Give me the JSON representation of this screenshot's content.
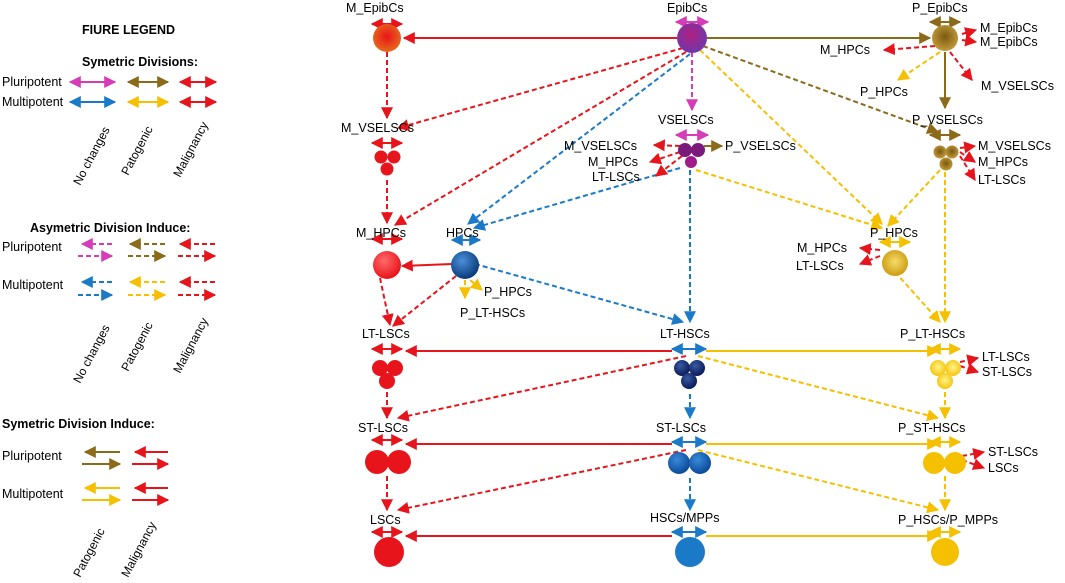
{
  "colors": {
    "pluripotent": "#d63cb8",
    "patogenic": "#8b6a1a",
    "malignancy": "#e8141b",
    "multipotent": "#1a7ac8",
    "patogenic_multi": "#f5c000"
  },
  "legend": {
    "title": "FIURE  LEGEND",
    "sym_div_title": "Symetric Divisions:",
    "asym_title": "Asymetric Division  Induce:",
    "sym_induce_title": "Symetric Division  Induce:",
    "pluripotent": "Pluripotent",
    "multipotent": "Multipotent",
    "no_changes": "No changes",
    "patogenic": "Patogenic",
    "malignancy": "Malignancy",
    "malignancy_alt": "Malignancy"
  },
  "nodes": {
    "m_epibcs": "M_EpibCs",
    "epibcs": "EpibCs",
    "p_epibcs": "P_EpibCs",
    "m_vselscs": "M_VSELSCs",
    "vselscs": "VSELSCs",
    "p_vselscs": "P_VSELSCs",
    "m_hpcs": "M_HPCs",
    "hpcs": "HPCs",
    "p_hpcs": "P_HPCs",
    "lt_lscs": "LT-LSCs",
    "lt_hscs": "LT-HSCs",
    "p_lt_hscs": "P_LT-HSCs",
    "st_lscs": "ST-LSCs",
    "st_hscs": "ST-LSCs",
    "p_st_hscs": "P_ST-HSCs",
    "lscs": "LSCs",
    "hscs_mpps": "HSCs/MPPs",
    "p_hscs_mpps": "P_HSCs/P_MPPs"
  },
  "side_labels": {
    "p_epib_1": "M_EpibCs",
    "p_epib_2": "M_EpibCs",
    "p_epib_mhpcs": "M_HPCs",
    "p_epib_mvsel": "M_VSELSCs",
    "p_epib_phpcs": "P_HPCs",
    "vsel_mvsel": "M_VSELSCs",
    "vsel_mhpcs": "M_HPCs",
    "vsel_ltlscs": "LT-LSCs",
    "vsel_pvsel": "P_VSELSCs",
    "pvsel_mvsel": "M_VSELSCs",
    "pvsel_mhpcs": "M_HPCs",
    "pvsel_ltlscs": "LT-LSCs",
    "hpcs_phpcs": "P_HPCs",
    "hpcs_plthscs": "P_LT-HSCs",
    "phpcs_mhpcs": "M_HPCs",
    "phpcs_ltlscs": "LT-LSCs",
    "plt_ltlscs": "LT-LSCs",
    "plt_stlscs": "ST-LSCs",
    "pst_stlscs": "ST-LSCs",
    "pst_lscs": "LSCs"
  }
}
